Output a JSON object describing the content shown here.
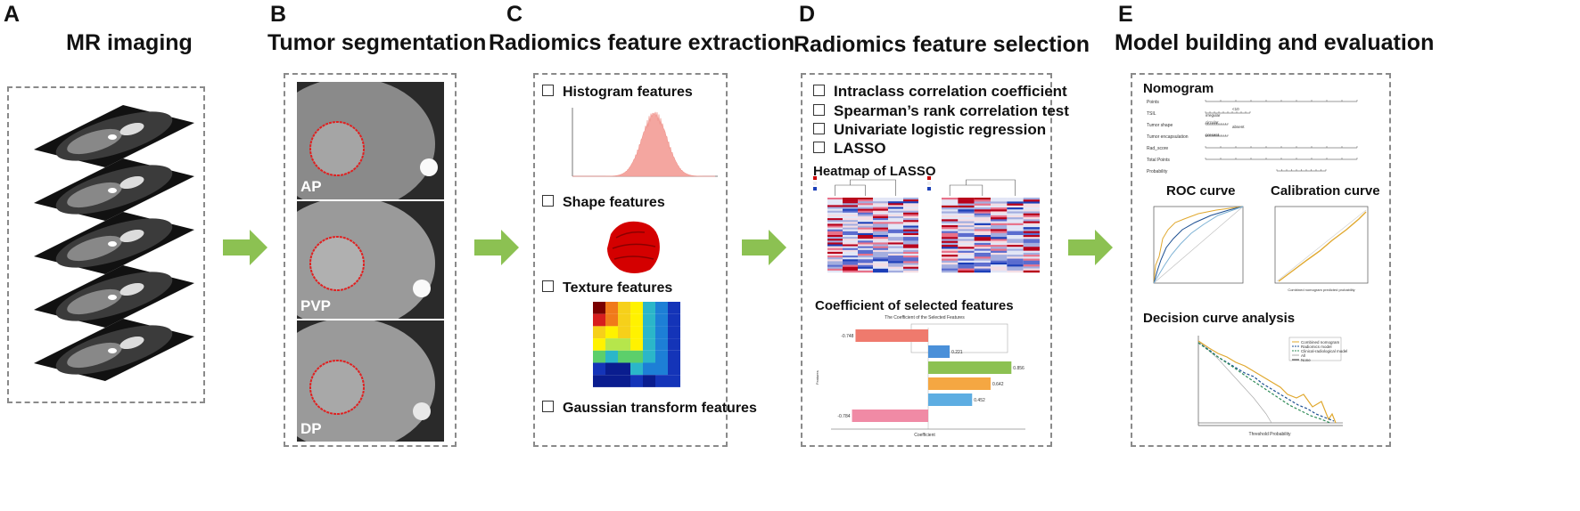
{
  "panels": {
    "a": {
      "letter": "A",
      "title": "MR imaging"
    },
    "b": {
      "letter": "B",
      "title": "Tumor segmentation",
      "phases": [
        "AP",
        "PVP",
        "DP"
      ]
    },
    "c": {
      "letter": "C",
      "title": "Radiomics feature extraction",
      "items": [
        "Histogram features",
        "Shape features",
        "Texture features",
        "Gaussian transform features"
      ]
    },
    "d": {
      "letter": "D",
      "title": "Radiomics feature selection",
      "items": [
        "Intraclass correlation coefficient",
        "Spearman’s rank correlation test",
        "Univariate logistic regression",
        "LASSO"
      ],
      "heatmap_title": "Heatmap of LASSO",
      "coef_title": "Coefficient of selected features",
      "coef_chart_title": "The Coefficient of the Selected Features",
      "coef_xlabel": "Coefficient",
      "coef_ylabel": "Features"
    },
    "e": {
      "letter": "E",
      "title": "Model building and evaluation",
      "nomogram": "Nomogram",
      "roc": "ROC curve",
      "calibration": "Calibration curve",
      "dca": "Decision curve analysis",
      "nomogram_rows": [
        "Points",
        "TSIL",
        "Tumor shape",
        "Tumor encapsulation",
        "Rad_score",
        "Total Points",
        "Probability"
      ],
      "nomogram_levels": [
        "<10",
        "irregular",
        "circular",
        "absent",
        "present"
      ],
      "dca_legend": [
        "Combined nomogram",
        "Radiomics model",
        "Clinical-radiological model",
        "All",
        "None"
      ],
      "calib_xlabel": "Combined nomogram predicted probability",
      "dca_xlabel": "Threshold Probability"
    }
  },
  "colors": {
    "arrow": "#8cc152",
    "dash": "#8a8a8a",
    "contour": "#e02020"
  },
  "chart_data": [
    {
      "type": "bar",
      "title": "The Coefficient of the Selected Features",
      "xlabel": "Coefficient",
      "ylabel": "Features",
      "xlim": [
        -1,
        1
      ],
      "series": [
        {
          "values": [
            -0.748,
            0.221,
            0.856,
            0.642,
            0.452,
            -0.784
          ]
        }
      ],
      "labels": [
        "-0.748",
        "0.221",
        "0.856",
        "0.642",
        "0.452",
        "-0.784"
      ],
      "colors": [
        "#ef7a6d",
        "#4a90d9",
        "#8cc152",
        "#f5a742",
        "#5dade2",
        "#f08aa5"
      ]
    }
  ]
}
